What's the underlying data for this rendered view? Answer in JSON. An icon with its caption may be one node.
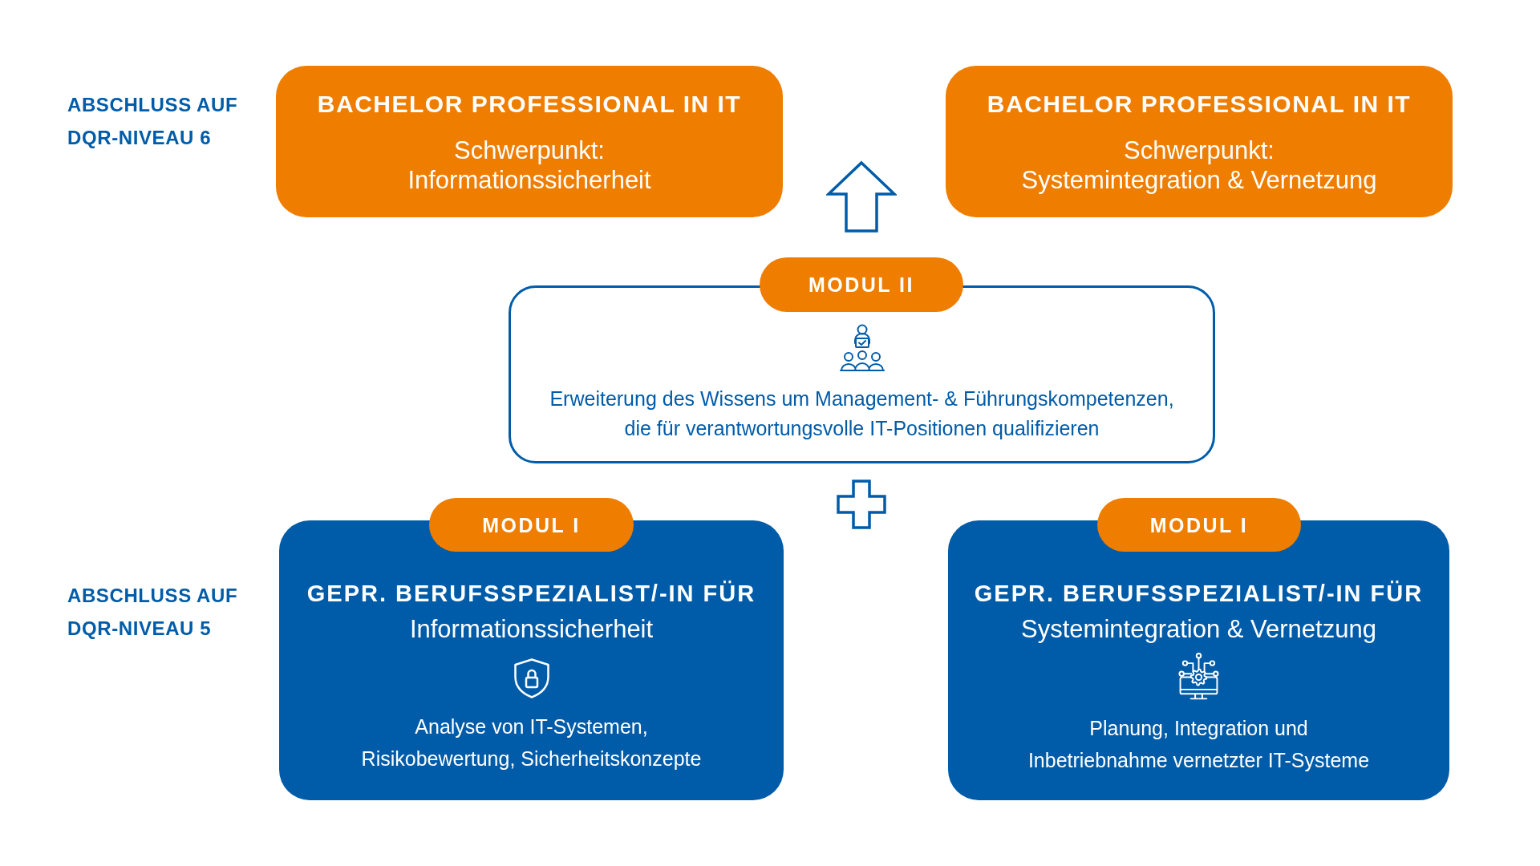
{
  "diagram": {
    "nodes": [
      {
        "text": [
          "BACHELOR PROFESSIONAL IN IT",
          "Schwerpunkt: Informationssicherheit"
        ]
      },
      {
        "text": [
          "BACHELOR PROFESSIONAL IN IT",
          "Schwerpunkt: Systemintegration & Vernetzung"
        ]
      },
      {
        "text": [
          "MODUL II"
        ]
      },
      {
        "text": [
          "Erweiterung des Wissens um Management- & Führungskompetenzen, die für verantwortungsvolle IT-Positionen qualifizieren"
        ]
      },
      {
        "text": [
          "MODUL I"
        ]
      },
      {
        "text": [
          "GEPR. BERUFSSPEZIALIST/-IN FÜR",
          "Informationssicherheit",
          "Analyse von IT-Systemen, Risikobewertung, Sicherheitskonzepte"
        ]
      },
      {
        "text": [
          "MODUL I"
        ]
      },
      {
        "text": [
          "GEPR. BERUFSSPEZIALIST/-IN FÜR",
          "Systemintegration & Vernetzung",
          "Planung, Integration und Inbetriebnahme vernetzter IT-Systeme"
        ]
      }
    ],
    "labels": [
      "ABSCHLUSS AUF DQR-NIVEAU 6",
      "ABSCHLUSS AUF DQR-NIVEAU 5"
    ]
  }
}
